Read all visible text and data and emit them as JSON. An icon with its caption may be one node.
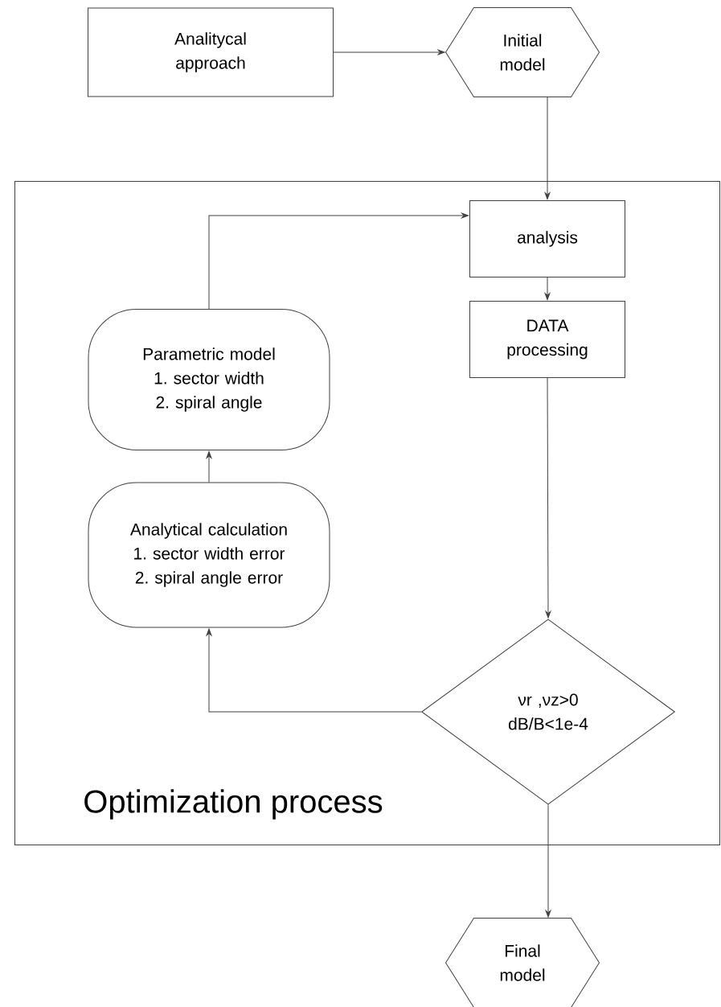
{
  "diagram": {
    "nodes": [
      {
        "text": [
          "Analitycal approach"
        ]
      },
      {
        "text": [
          "Initial model"
        ]
      },
      {
        "text": [
          "Optimization process"
        ]
      },
      {
        "text": [
          "analysis"
        ],
        "in": 2
      },
      {
        "text": [
          "DATA processing"
        ],
        "in": 2
      },
      {
        "text": [
          "Parametric model",
          "1. sector width",
          "2. spiral angle"
        ],
        "in": 2
      },
      {
        "text": [
          "Analytical calculation",
          "1. sector width error",
          "2. spiral angle error"
        ],
        "in": 2
      },
      {
        "text": [
          "νr ,νz>0",
          "dB/B<1e-4"
        ],
        "in": 2
      },
      {
        "text": [
          "Final model"
        ]
      }
    ],
    "edges": [
      {
        "from": 0,
        "to": 1,
        "arrow": "to"
      },
      {
        "from": 1,
        "to": 3,
        "arrow": "to"
      },
      {
        "from": 3,
        "to": 4,
        "arrow": "to"
      },
      {
        "from": 4,
        "to": 7,
        "arrow": "to"
      },
      {
        "from": 7,
        "to": 6,
        "arrow": "to"
      },
      {
        "from": 6,
        "to": 5,
        "arrow": "to"
      },
      {
        "from": 5,
        "to": 3,
        "arrow": "to"
      },
      {
        "from": 7,
        "to": 8,
        "arrow": "to"
      }
    ]
  }
}
